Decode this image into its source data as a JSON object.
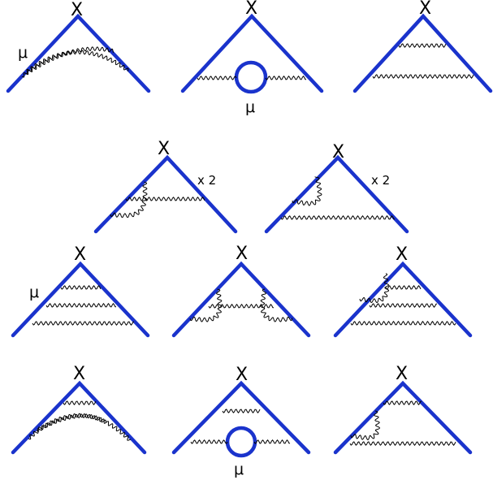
{
  "labels": {
    "vertex": "X",
    "muon": "μ",
    "mult": "x 2"
  },
  "colors": {
    "fermion_line": "#1a33cc",
    "photon_line": "#000000",
    "background": "#ffffff"
  }
}
